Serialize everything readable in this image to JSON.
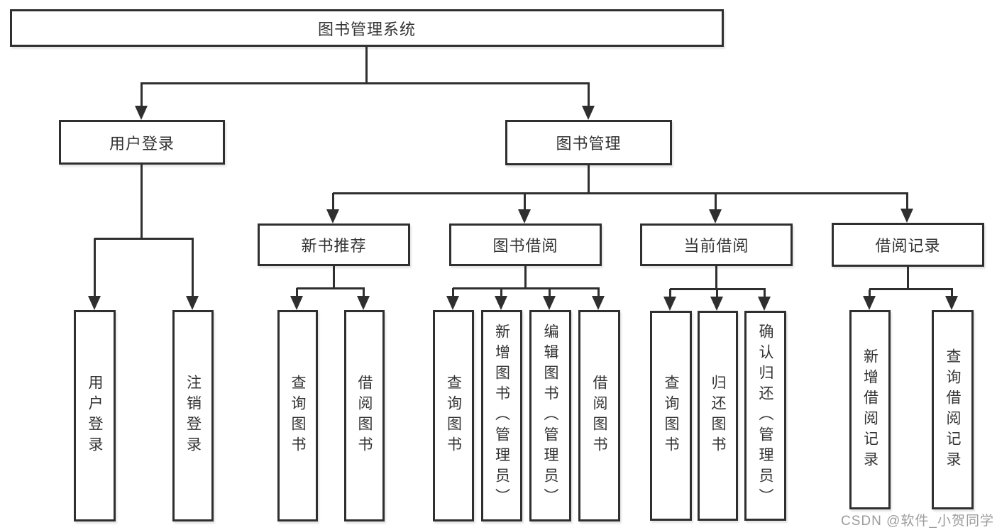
{
  "watermark": "CSDN @软件_小贺同学",
  "colors": {
    "line": "#2f2f2f",
    "text": "#333333",
    "background": "#ffffff",
    "watermark": "#9c9c9c"
  },
  "tree": {
    "label": "图书管理系统",
    "children": [
      {
        "label": "用户登录",
        "children": [
          {
            "label": "用户登录"
          },
          {
            "label": "注销登录"
          }
        ]
      },
      {
        "label": "图书管理",
        "children": [
          {
            "label": "新书推荐",
            "children": [
              {
                "label": "查询图书"
              },
              {
                "label": "借阅图书"
              }
            ]
          },
          {
            "label": "图书借阅",
            "children": [
              {
                "label": "查询图书"
              },
              {
                "label": "新增图书（管理员）"
              },
              {
                "label": "编辑图书（管理员）"
              },
              {
                "label": "借阅图书"
              }
            ]
          },
          {
            "label": "当前借阅",
            "children": [
              {
                "label": "查询图书"
              },
              {
                "label": "归还图书"
              },
              {
                "label": "确认归还（管理员）"
              }
            ]
          },
          {
            "label": "借阅记录",
            "children": [
              {
                "label": "新增借阅记录"
              },
              {
                "label": "查询借阅记录"
              }
            ]
          }
        ]
      }
    ]
  }
}
